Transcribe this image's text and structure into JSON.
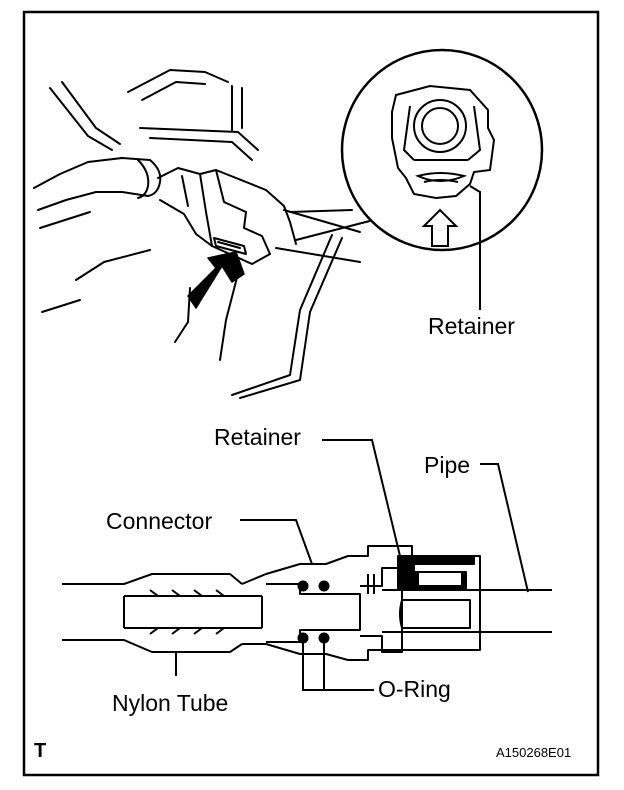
{
  "labels": {
    "retainer_detail": "Retainer",
    "retainer": "Retainer",
    "pipe": "Pipe",
    "connector": "Connector",
    "nylon_tube": "Nylon Tube",
    "o_ring": "O-Ring"
  },
  "corner_tag": "T",
  "figure_code": "A150268E01",
  "colors": {
    "ink": "#000000",
    "paper": "#ffffff"
  }
}
